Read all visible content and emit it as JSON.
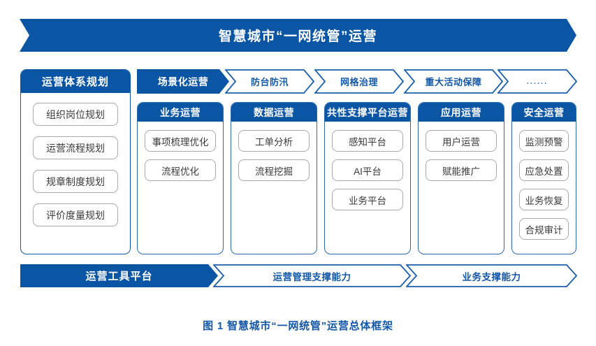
{
  "colors": {
    "brand_blue": "#0b55a5",
    "outline_blue": "#2a68b0",
    "label_blue": "#1458a8",
    "pill_border": "#a9a9a9",
    "pill_text": "#3a3a3a",
    "white": "#ffffff"
  },
  "banner": {
    "title": "智慧城市“一网统管”运营"
  },
  "scenario_row": {
    "lead": {
      "label": "场景化运营",
      "style": "solid"
    },
    "items": [
      {
        "label": "防台防汛",
        "style": "outline"
      },
      {
        "label": "网格治理",
        "style": "outline"
      },
      {
        "label": "重大活动保障",
        "style": "outline"
      },
      {
        "label": "......",
        "style": "outline-dots"
      }
    ]
  },
  "side_card": {
    "title": "运营体系规划",
    "items": [
      {
        "label": "组织岗位规划"
      },
      {
        "label": "运营流程规划"
      },
      {
        "label": "规章制度规划"
      },
      {
        "label": "评价度量规划"
      }
    ]
  },
  "columns": [
    {
      "title": "业务运营",
      "items": [
        {
          "label": "事项梳理优化"
        },
        {
          "label": "流程优化"
        }
      ]
    },
    {
      "title": "数据运营",
      "items": [
        {
          "label": "工单分析"
        },
        {
          "label": "流程挖掘"
        }
      ]
    },
    {
      "title": "共性支撑平台运营",
      "items": [
        {
          "label": "感知平台"
        },
        {
          "label": "AI平台"
        },
        {
          "label": "业务平台"
        }
      ]
    },
    {
      "title": "应用运营",
      "items": [
        {
          "label": "用户运营"
        },
        {
          "label": "赋能推广"
        }
      ]
    },
    {
      "title": "安全运营",
      "items": [
        {
          "label": "监测预警"
        },
        {
          "label": "应急处置"
        },
        {
          "label": "业务恢复"
        },
        {
          "label": "合规审计"
        }
      ]
    }
  ],
  "bottom_row": {
    "lead": {
      "label": "运营工具平台",
      "style": "solid"
    },
    "items": [
      {
        "label": "运营管理支撑能力",
        "style": "outline"
      },
      {
        "label": "业务支撑能力",
        "style": "outline"
      }
    ]
  },
  "caption": {
    "text": "图 1 智慧城市“一网统管”运营总体框架"
  }
}
